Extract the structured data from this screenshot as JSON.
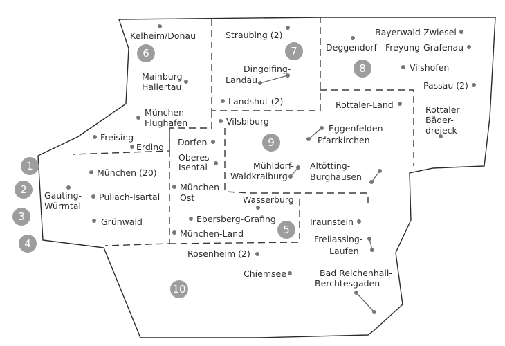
{
  "colors": {
    "outline": "#2b2b2b",
    "circle": "#9d9d9d",
    "dot": "#777777",
    "text": "#2d2d2d"
  },
  "side_numbers": [
    "1",
    "2",
    "3",
    "4"
  ],
  "regions": [
    "6",
    "7",
    "8",
    "9",
    "5",
    "10"
  ],
  "places": {
    "kelheim": "Kelheim/Donau",
    "mainburg_1": "Mainburg",
    "mainburg_2": "Hallertau",
    "flughafen_1": "München",
    "flughafen_2": "Flughafen",
    "freising": "Freising",
    "erding": "Erding",
    "straubing": "Straubing (2)",
    "dingolfing_1": "Dingolfing-",
    "dingolfing_2": "Landau",
    "landshut": "Landshut (2)",
    "deggendorf": "Deggendorf",
    "bayerwald": "Bayerwald-Zwiesel",
    "freyung": "Freyung-Grafenau",
    "vilshofen": "Vilshofen",
    "passau": "Passau (2)",
    "rottaler_land": "Rottaler-Land",
    "rottaler_baeder_1": "Rottaler",
    "rottaler_baeder_2": "Bäder-",
    "rottaler_baeder_3": "dreieck",
    "vilsbiburg": "Vilsbiburg",
    "eggenfelden_1": "Eggenfelden-",
    "eggenfelden_2": "Pfarrkirchen",
    "dorfen": "Dorfen",
    "oberes_isental_1": "Oberes",
    "oberes_isental_2": "Isental",
    "muenchen_ost_1": "München",
    "muenchen_ost_2": "Ost",
    "muehldorf_1": "Mühldorf-",
    "muehldorf_2": "Waldkraiburg",
    "altoetting_1": "Altötting-",
    "altoetting_2": "Burghausen",
    "muenchen20": "München (20)",
    "gauting_1": "Gauting-",
    "gauting_2": "Würmtal",
    "pullach": "Pullach-Isartal",
    "gruenwald": "Grünwald",
    "wasserburg": "Wasserburg",
    "ebersberg": "Ebersberg-Grafing",
    "muenchen_land": "München-Land",
    "traunstein": "Traunstein",
    "freilassing_1": "Freilassing-",
    "freilassing_2": "Laufen",
    "rosenheim": "Rosenheim (2)",
    "chiemsee": "Chiemsee",
    "reichenhall_1": "Bad Reichenhall-",
    "reichenhall_2": "Berchtesgaden"
  }
}
